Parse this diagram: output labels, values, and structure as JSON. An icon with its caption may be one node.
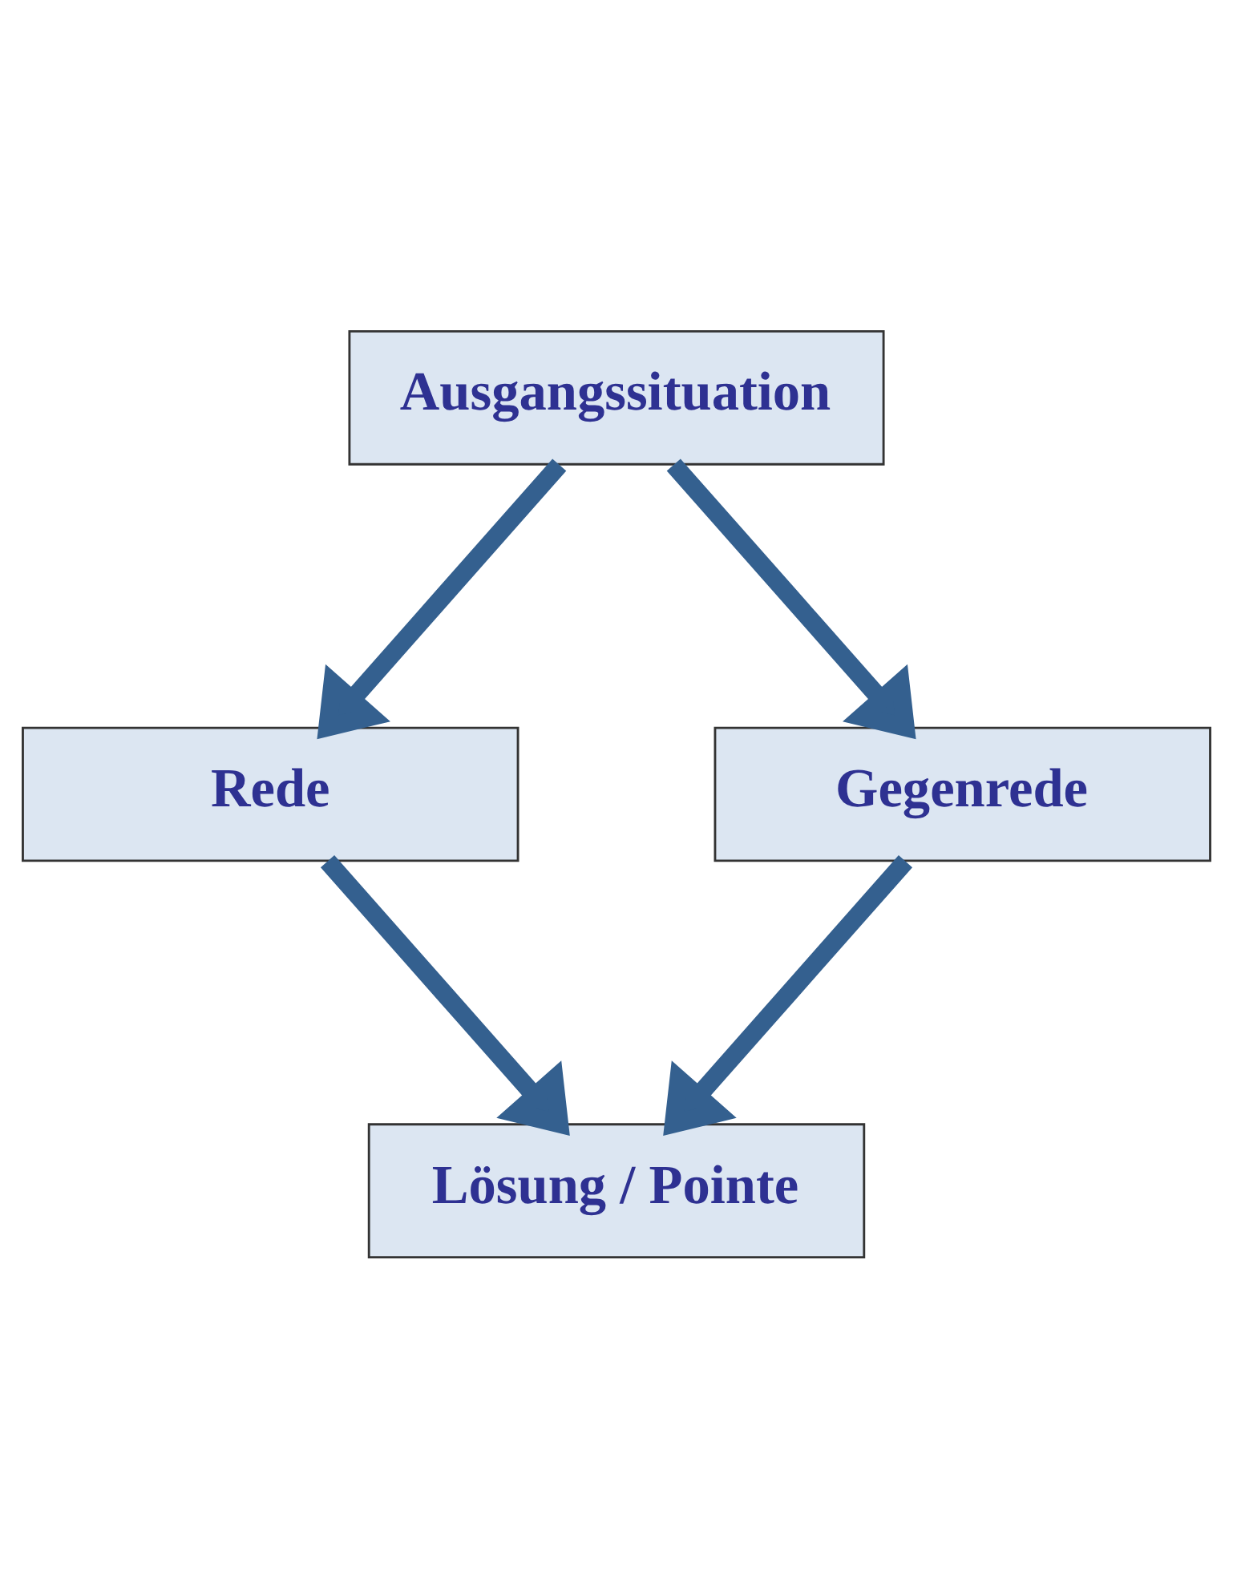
{
  "diagram": {
    "nodes": [
      {
        "text": [
          "Ausgangssituation"
        ]
      },
      {
        "text": [
          "Rede"
        ]
      },
      {
        "text": [
          "Gegenrede"
        ]
      },
      {
        "text": [
          "Lösung / Pointe"
        ]
      }
    ],
    "edges": [
      {
        "from": 0,
        "to": 1,
        "arrow": "to"
      },
      {
        "from": 0,
        "to": 2,
        "arrow": "to"
      },
      {
        "from": 1,
        "to": 3,
        "arrow": "to"
      },
      {
        "from": 2,
        "to": 3,
        "arrow": "to"
      }
    ]
  }
}
